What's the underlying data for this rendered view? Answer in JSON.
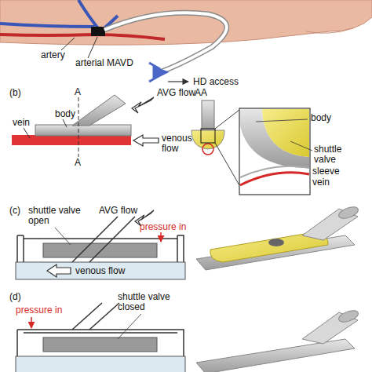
{
  "diagram": {
    "labels": [
      "artery",
      "arterial MAVD",
      "HD access",
      "(b)",
      "A",
      "AVG flow",
      "AA",
      "body",
      "body",
      "vein",
      "shuttle valve",
      "sleeve",
      "vein",
      "venous flow",
      "A",
      "(c)",
      "shuttle valve open",
      "AVG flow",
      "pressure in",
      "venous flow",
      "(d)",
      "pressure in",
      "shuttle valve closed"
    ]
  }
}
